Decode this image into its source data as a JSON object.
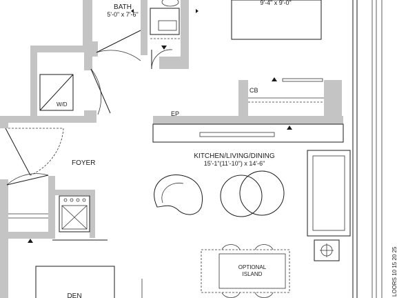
{
  "rooms": {
    "bath": {
      "name": "BATH",
      "dims": "5'-0\" x 7'-6\""
    },
    "bedroom": {
      "dims": "9'-4\" x 9'-0\""
    },
    "foyer": {
      "name": "FOYER"
    },
    "kitchen": {
      "name": "KITCHEN/LIVING/DINING",
      "dims": "15'-1\"(11'-10\") x 14'-6\""
    },
    "den": {
      "name": "DEN"
    }
  },
  "fixtures": {
    "washer_dryer": "W/D",
    "cabinet": "CB",
    "electrical_panel": "EP",
    "island": {
      "line1": "OPTIONAL",
      "line2": "ISLAND"
    }
  },
  "side_note": "LOORS 10 15 20 25",
  "colors": {
    "wall": "#c4c4c4",
    "line": "#1a1a1a",
    "background": "#ffffff"
  }
}
